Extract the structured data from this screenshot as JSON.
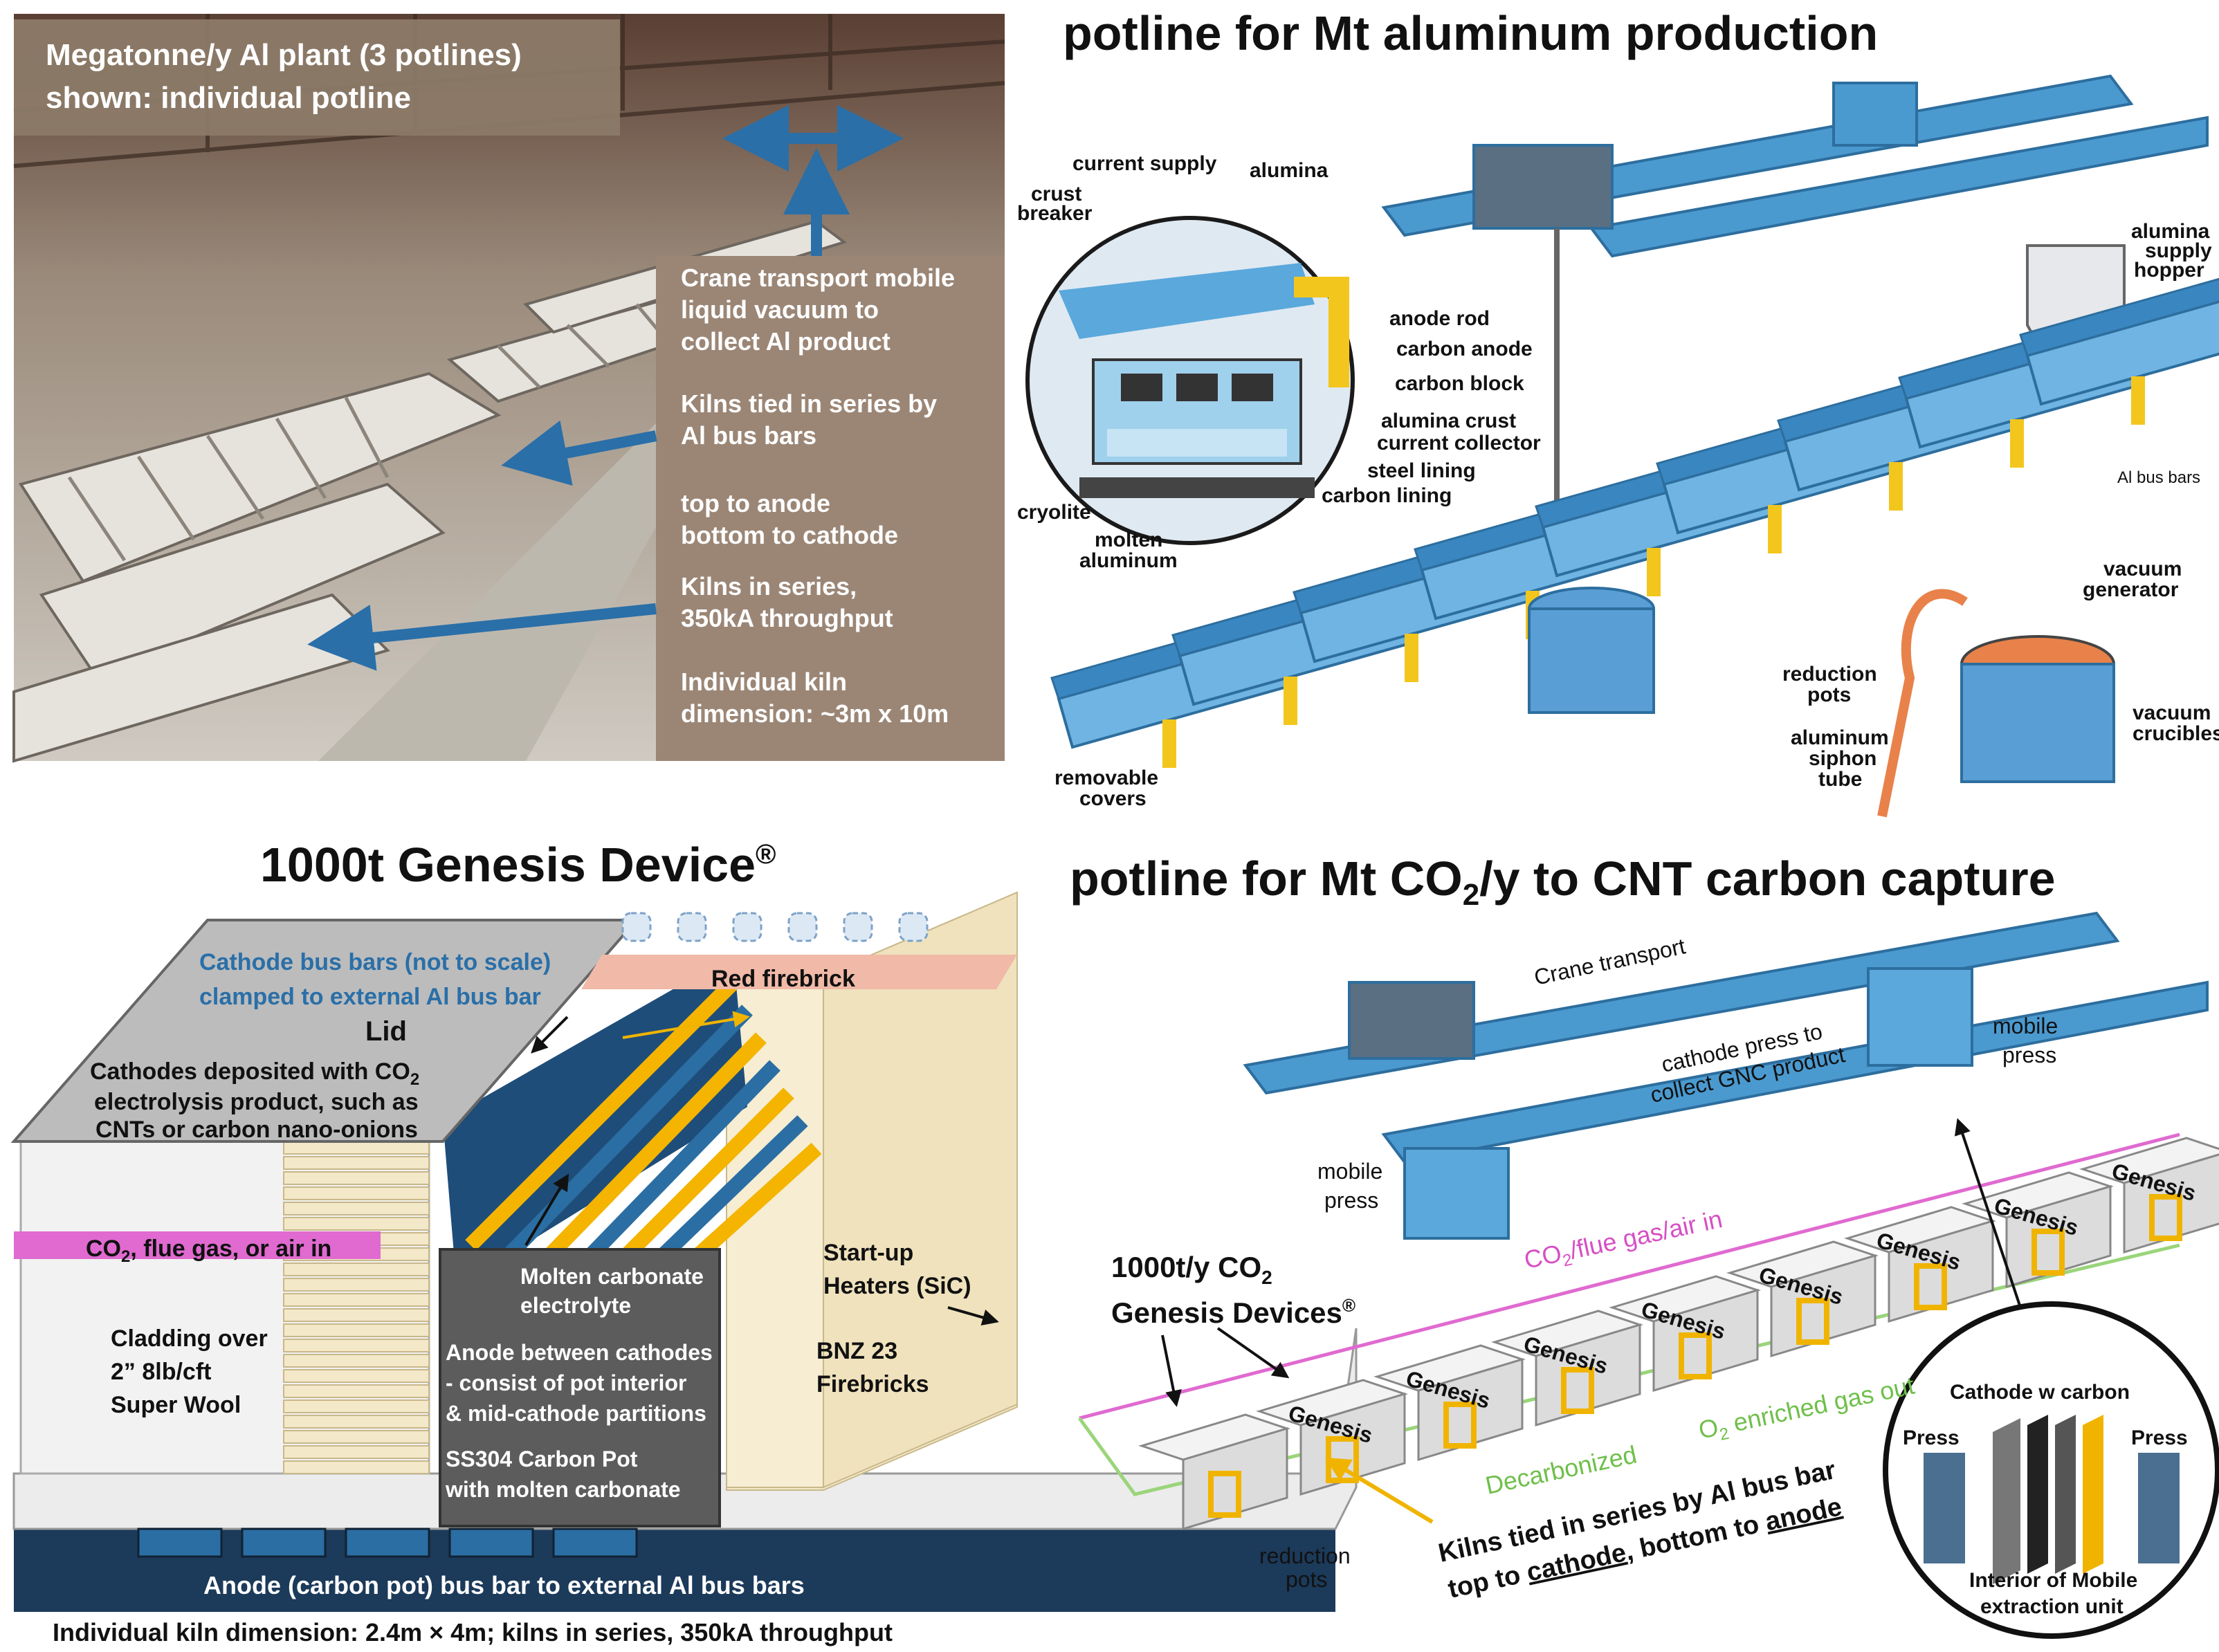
{
  "panel1": {
    "title_line1": "Megatonne/y Al plant (3 potlines)",
    "title_line2": "shown:  individual potline",
    "notes": [
      [
        "Crane transport mobile",
        "liquid vacuum to",
        "collect Al product"
      ],
      [
        "Kilns tied in series by",
        "Al bus bars"
      ],
      [
        "top to anode",
        "bottom to cathode"
      ],
      [
        "Kilns in series,",
        "350kA throughput"
      ],
      [
        "Individual kiln",
        "dimension: ~3m x 10m"
      ]
    ]
  },
  "panel2": {
    "title": "potline for Mt aluminum production",
    "labels": {
      "current_supply": "current supply",
      "alumina": "alumina",
      "crust": "crust",
      "breaker": "breaker",
      "anode_rod": "anode rod",
      "carbon_anode": "carbon anode",
      "carbon_block": "carbon block",
      "alumina_crust": "alumina crust",
      "current_collector": "current collector",
      "steel_lining": "steel lining",
      "carbon_lining": "carbon lining",
      "cryolite": "cryolite",
      "molten": "molten",
      "aluminum": "aluminum",
      "alumina_supply_1": "alumina",
      "alumina_supply_2": "supply",
      "alumina_supply_3": "hopper",
      "al_bus_bars": "Al bus bars",
      "vacuum_gen_1": "vacuum",
      "vacuum_gen_2": "generator",
      "reduction_1": "reduction",
      "reduction_2": "pots",
      "siphon_1": "aluminum",
      "siphon_2": "siphon",
      "siphon_3": "tube",
      "vacuum_cru_1": "vacuum",
      "vacuum_cru_2": "crucibles",
      "removable_1": "removable",
      "removable_2": "covers"
    }
  },
  "panel3": {
    "title": "1000t Genesis Device",
    "title_mark": "®",
    "labels": {
      "cathode_bus_1": "Cathode bus bars (not to scale)",
      "cathode_bus_2": "clamped to external Al bus bar",
      "red_firebrick": "Red firebrick",
      "lid": "Lid",
      "cathodes_1": "Cathodes deposited with CO",
      "cathodes_sub": "2",
      "cathodes_2": "electrolysis product, such  as",
      "cathodes_3": "CNTs or carbon nano-onions",
      "co2_pre": "CO",
      "co2_sub": "2",
      "co2_post": ", flue gas, or air in",
      "cladding_1": "Cladding over",
      "cladding_2": "2” 8lb/cft",
      "cladding_3": "Super Wool",
      "molten_1": "Molten carbonate",
      "molten_2": "electrolyte",
      "anode_1": "Anode between cathodes",
      "anode_2": "- consist of pot interior",
      "anode_3": "& mid-cathode partitions",
      "ss_1": "SS304 Carbon Pot",
      "ss_2": "with molten carbonate",
      "startup_1": "Start-up",
      "startup_2": "Heaters (SiC)",
      "bnz_1": "BNZ 23",
      "bnz_2": "Firebricks",
      "anode_bus": "Anode (carbon pot) bus bar to external Al bus bars",
      "footer": "Individual kiln dimension: 2.4m × 4m; kilns in series, 350kA throughput"
    }
  },
  "panel4": {
    "title_pre": "potline for Mt CO",
    "title_sub": "2",
    "title_post": "/y to CNT carbon capture",
    "labels": {
      "crane": "Crane transport",
      "cathode_press_1": "cathode press to",
      "cathode_press_2": "collect GNC product",
      "mobile_press_r1": "mobile",
      "mobile_press_r2": "press",
      "mobile_press_l1": "mobile",
      "mobile_press_l2": "press",
      "co2_pre": "CO",
      "co2_sub": "2",
      "co2_post": "/flue gas/air in",
      "devices_1_pre": "1000t/y CO",
      "devices_1_sub": "2",
      "devices_2": "Genesis Devices",
      "devices_mark": "®",
      "genesis": "Genesis",
      "o2_pre": "O",
      "o2_sub": "2",
      "o2_post": " enriched gas out",
      "decarbonized": "Decarbonized",
      "kilns_1": "Kilns tied in series by Al bus bar",
      "kilns_2_pre": "top to ",
      "kilns_2_cathode": "cathode",
      "kilns_2_mid": ", bottom to ",
      "kilns_2_anode": "anode",
      "reduction_1": "reduction",
      "reduction_2": "pots",
      "cathode_w_carbon": "Cathode w carbon",
      "press_l": "Press",
      "press_r": "Press",
      "interior_1": "Interior of Mobile",
      "interior_2": "extraction unit"
    }
  }
}
